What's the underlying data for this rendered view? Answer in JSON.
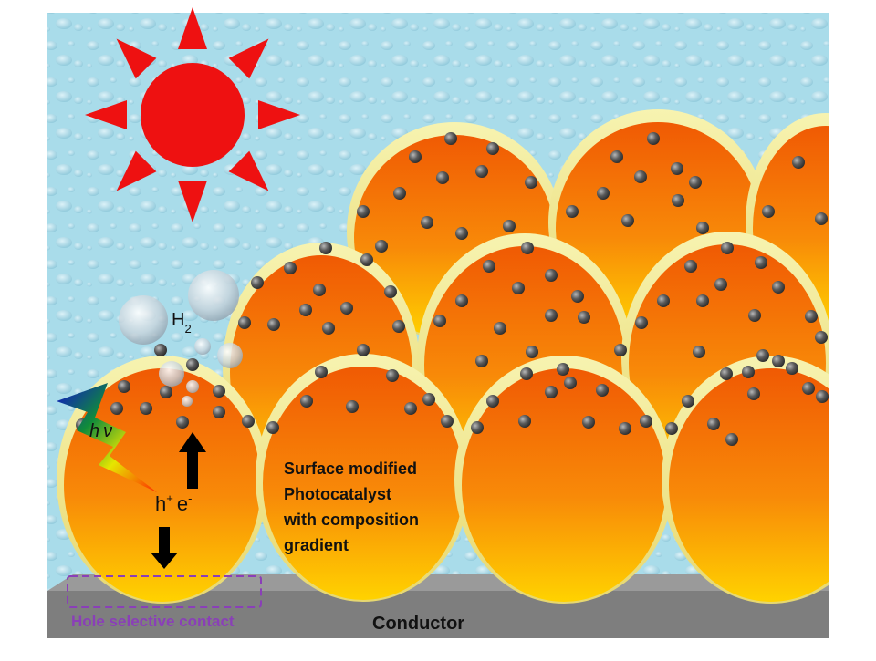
{
  "labels": {
    "h2": "H",
    "h2_sub": "2",
    "photon_h": "h",
    "photon_nu": "ν",
    "hole": "h",
    "hole_sup": "+",
    "electron": "e",
    "electron_sup": "-",
    "photocatalyst": [
      "Surface modified",
      "Photocatalyst",
      "with composition",
      "gradient"
    ],
    "conductor": "Conductor",
    "hole_contact": "Hole selective contact"
  },
  "colors": {
    "water": "#a9dcea",
    "sun": "#ee1111",
    "grain_top": "#f26a06",
    "grain_bottom": "#ffd400",
    "shell": "#f2ee9a",
    "nanoparticle": "#4c4c4c",
    "conductor": "#808080",
    "contact_outline": "#8a3fb8"
  },
  "icons": {
    "sun": "sun-icon",
    "photon": "lightning-bolt-icon",
    "bubbles": "gas-bubble-icon",
    "arrow_up": "arrow-up-icon",
    "arrow_down": "arrow-down-icon"
  }
}
